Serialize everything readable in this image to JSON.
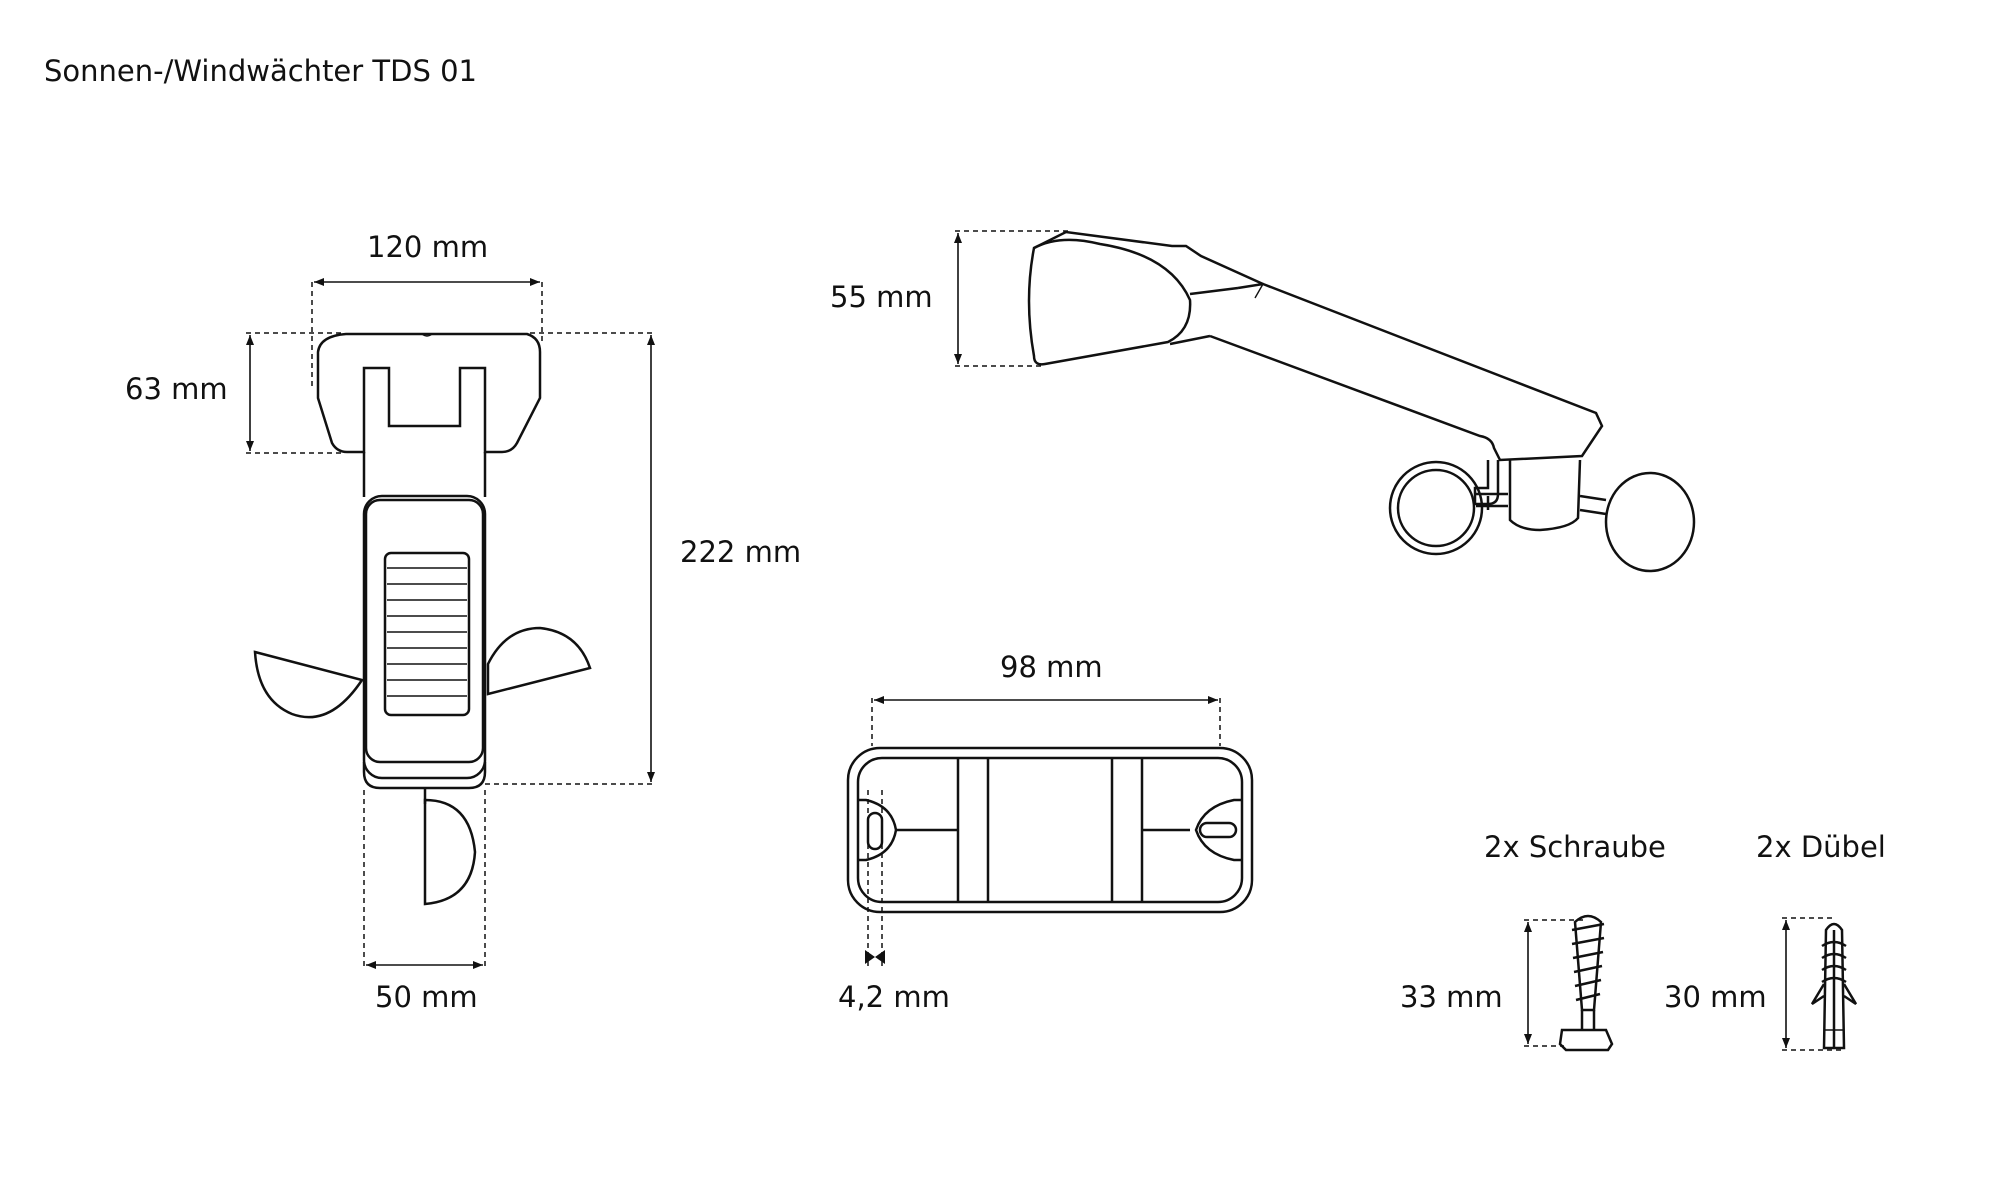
{
  "title": "Sonnen-/Windwächter TDS 01",
  "front_view": {
    "width_top_label": "120 mm",
    "head_height_label": "63 mm",
    "total_height_label": "222 mm",
    "bottom_width_label": "50 mm"
  },
  "side_view": {
    "height_label": "55 mm"
  },
  "bracket": {
    "width_label": "98 mm",
    "hole_label": "4,2 mm"
  },
  "screw": {
    "heading": "2x Schraube",
    "length_label": "33 mm"
  },
  "dowel": {
    "heading": "2x Dübel",
    "length_label": "30 mm"
  }
}
